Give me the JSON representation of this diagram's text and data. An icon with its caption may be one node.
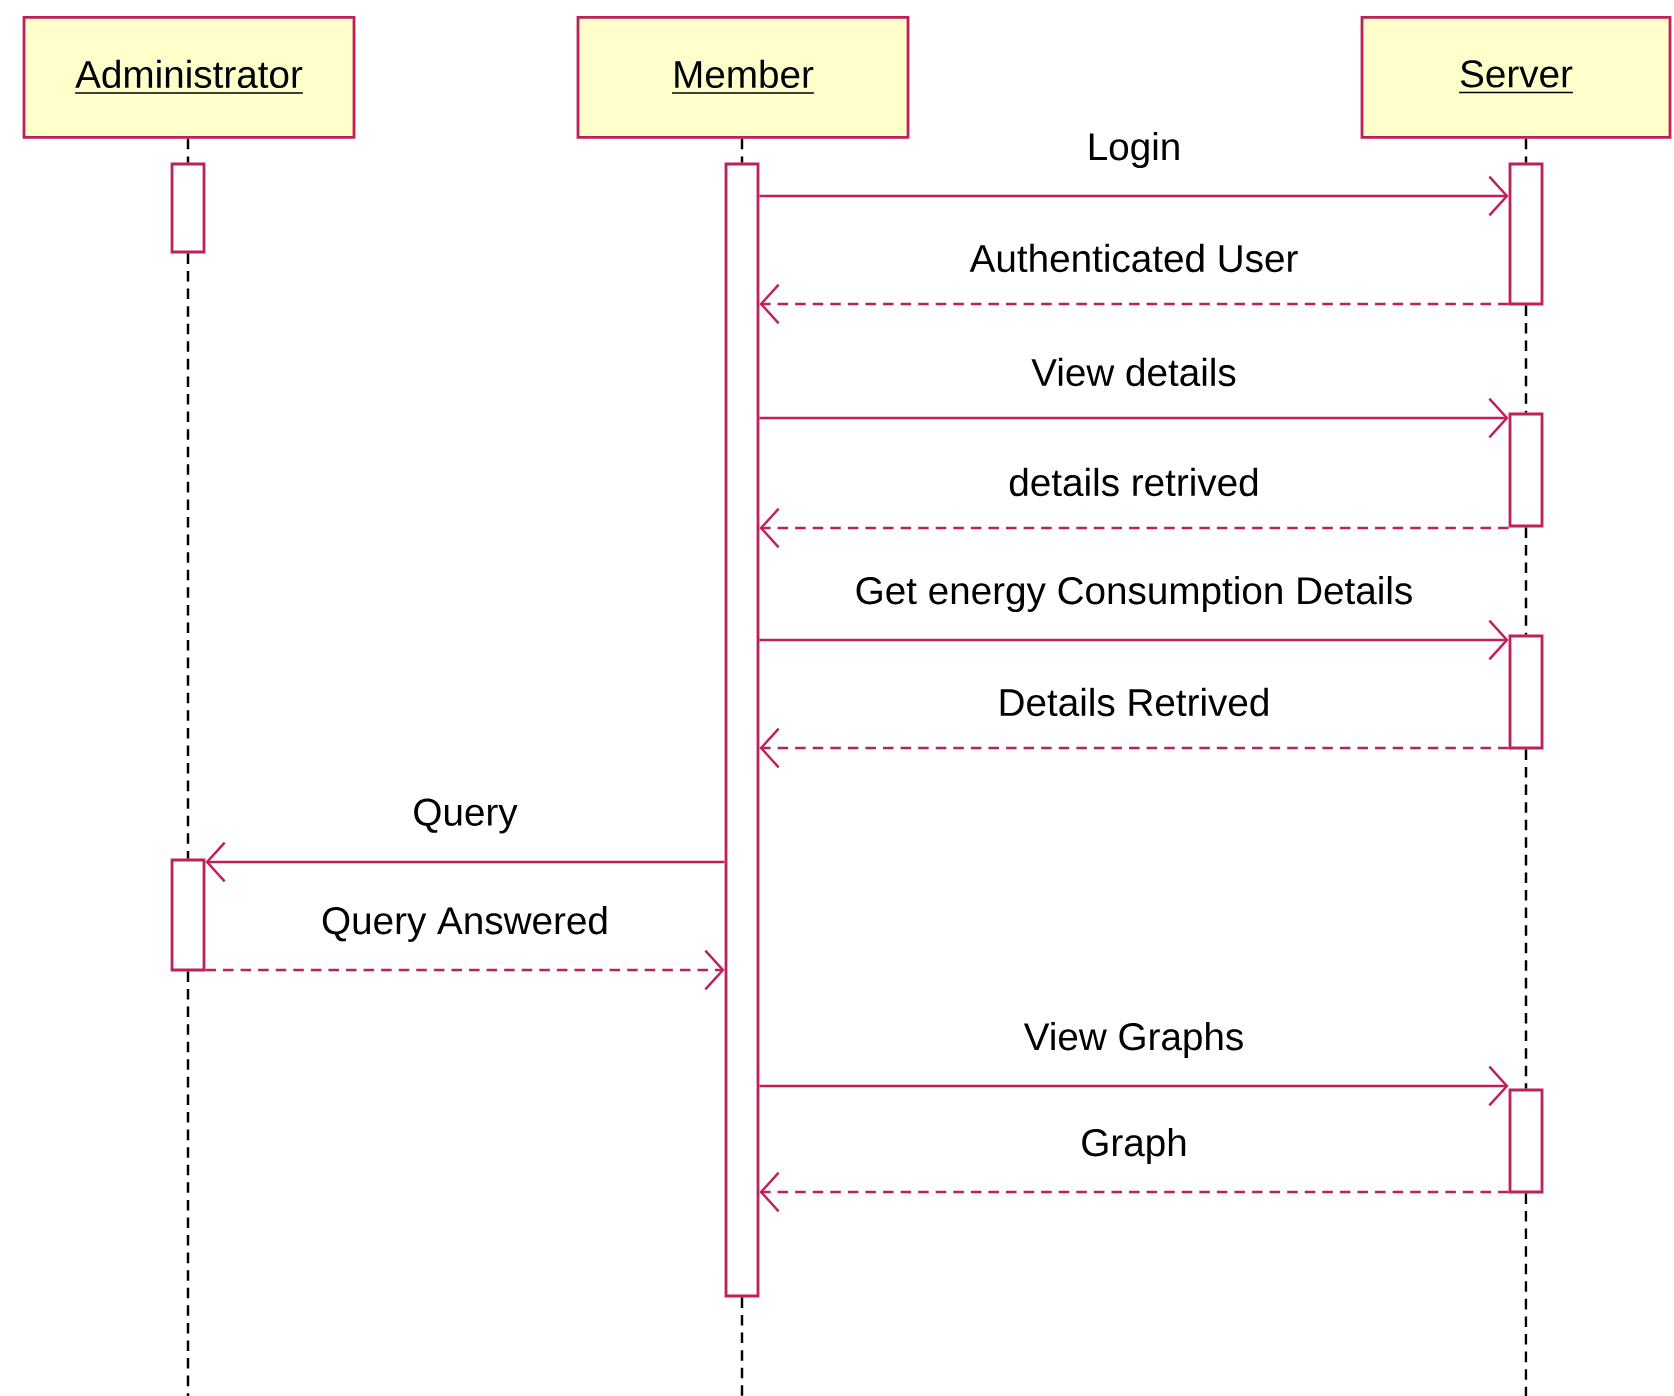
{
  "diagram": {
    "nodes": [
      {
        "text": [
          "Administrator"
        ]
      },
      {
        "text": [
          "Member"
        ]
      },
      {
        "text": [
          "Server"
        ]
      },
      {
        "text": [],
        "shape": "bar"
      },
      {
        "text": [],
        "shape": "bar"
      },
      {
        "text": [],
        "shape": "bar"
      },
      {
        "text": [],
        "shape": "bar"
      },
      {
        "text": [],
        "shape": "bar"
      },
      {
        "text": [],
        "shape": "bar"
      },
      {
        "text": [],
        "shape": "bar"
      }
    ],
    "edges": [
      {
        "from": 4,
        "to": 5,
        "arrow": "to",
        "label": "Login"
      },
      {
        "from": 5,
        "to": 4,
        "arrow": "to",
        "label": "Authenticated User",
        "style": "dashed"
      },
      {
        "from": 4,
        "to": 6,
        "arrow": "to",
        "label": "View details"
      },
      {
        "from": 6,
        "to": 4,
        "arrow": "to",
        "label": "details retrived",
        "style": "dashed"
      },
      {
        "from": 4,
        "to": 7,
        "arrow": "to",
        "label": "Get energy Consumption Details"
      },
      {
        "from": 7,
        "to": 4,
        "arrow": "to",
        "label": "Details Retrived",
        "style": "dashed"
      },
      {
        "from": 4,
        "to": 8,
        "arrow": "to",
        "label": "Query"
      },
      {
        "from": 8,
        "to": 4,
        "arrow": "to",
        "label": "Query Answered",
        "style": "dashed"
      },
      {
        "from": 4,
        "to": 9,
        "arrow": "to",
        "label": "View Graphs"
      },
      {
        "from": 9,
        "to": 4,
        "arrow": "to",
        "label": "Graph",
        "style": "dashed"
      },
      {
        "from": 0,
        "to": 3,
        "arrow": "none",
        "style": "dashed",
        "color": "#000000"
      },
      {
        "from": 3,
        "to": 8,
        "arrow": "none",
        "style": "dashed",
        "color": "#000000"
      },
      {
        "from": 8,
        "to": null,
        "arrow": "none",
        "style": "dashed",
        "color": "#000000"
      },
      {
        "from": 1,
        "to": 4,
        "arrow": "none",
        "style": "dashed",
        "color": "#000000"
      },
      {
        "from": 4,
        "to": null,
        "arrow": "none",
        "style": "dashed",
        "color": "#000000"
      },
      {
        "from": 2,
        "to": 5,
        "arrow": "none",
        "style": "dashed",
        "color": "#000000"
      },
      {
        "from": 5,
        "to": 6,
        "arrow": "none",
        "style": "dashed",
        "color": "#000000"
      },
      {
        "from": 6,
        "to": 7,
        "arrow": "none",
        "style": "dashed",
        "color": "#000000"
      },
      {
        "from": 7,
        "to": 9,
        "arrow": "none",
        "style": "dashed",
        "color": "#000000"
      },
      {
        "from": 9,
        "to": null,
        "arrow": "none",
        "style": "dashed",
        "color": "#000000"
      }
    ]
  }
}
